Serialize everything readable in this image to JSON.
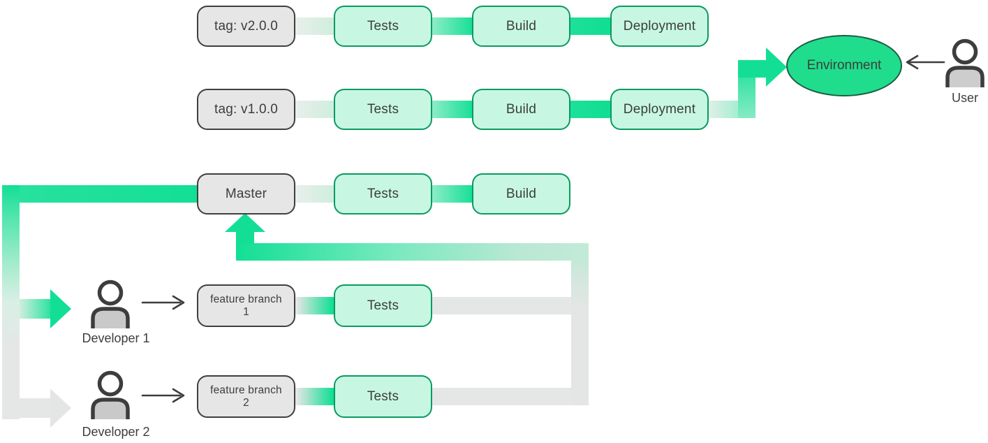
{
  "diagram_type": "ci-cd-git-branching-pipeline",
  "pipelines": {
    "release_v2": {
      "tag": "tag: v2.0.0",
      "tests": "Tests",
      "build": "Build",
      "deployment": "Deployment"
    },
    "release_v1": {
      "tag": "tag: v1.0.0",
      "tests": "Tests",
      "build": "Build",
      "deployment": "Deployment"
    },
    "master": {
      "branch": "Master",
      "tests": "Tests",
      "build": "Build"
    },
    "feature_1": {
      "branch_name": "feature branch",
      "branch_number": "1",
      "tests": "Tests"
    },
    "feature_2": {
      "branch_name": "feature branch",
      "branch_number": "2",
      "tests": "Tests"
    }
  },
  "environment": {
    "label": "Environment"
  },
  "actors": {
    "user": "User",
    "developer_1": "Developer 1",
    "developer_2": "Developer 2"
  },
  "icons": {
    "user": "person-icon",
    "developer_1": "person-icon",
    "developer_2": "person-icon"
  },
  "colors": {
    "accent_green": "#12df95",
    "mint_fill": "#c7f7e3",
    "green_border": "#0a9a60",
    "environment_fill": "#1fdd8c",
    "environment_border": "#1c5c43",
    "gray_fill": "#e6e6e6",
    "gray_border": "#3f3f3f",
    "band_gray": "#e5e6e6",
    "text": "#3d3d3d"
  }
}
